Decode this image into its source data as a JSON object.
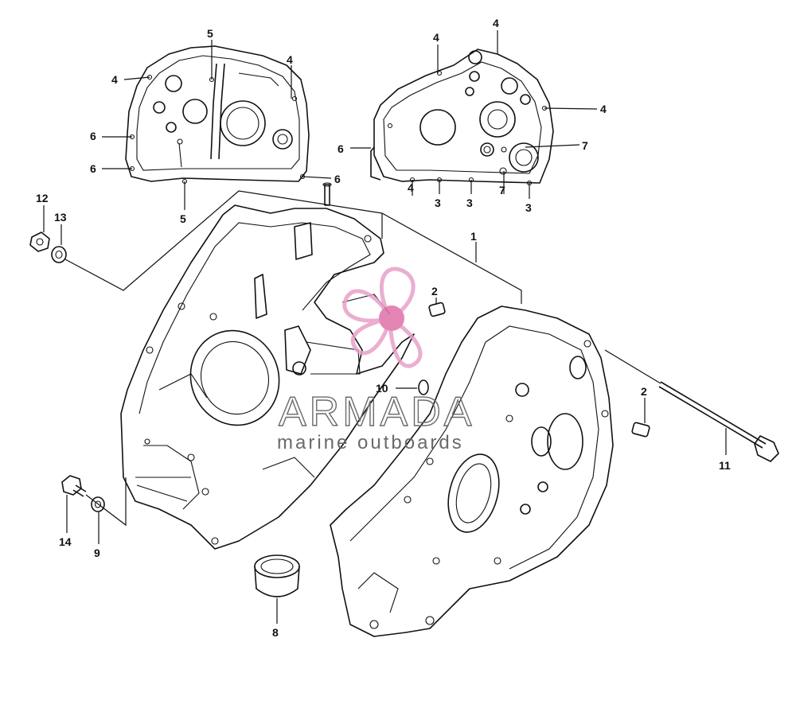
{
  "diagram": {
    "callouts": [
      {
        "id": "c1",
        "text": "1"
      },
      {
        "id": "c2a",
        "text": "2"
      },
      {
        "id": "c2b",
        "text": "2"
      },
      {
        "id": "c3a",
        "text": "3"
      },
      {
        "id": "c3b",
        "text": "3"
      },
      {
        "id": "c3c",
        "text": "3"
      },
      {
        "id": "c4a",
        "text": "4"
      },
      {
        "id": "c4b",
        "text": "4"
      },
      {
        "id": "c4c",
        "text": "4"
      },
      {
        "id": "c4d",
        "text": "4"
      },
      {
        "id": "c4e",
        "text": "4"
      },
      {
        "id": "c4f",
        "text": "4"
      },
      {
        "id": "c5a",
        "text": "5"
      },
      {
        "id": "c5b",
        "text": "5"
      },
      {
        "id": "c6a",
        "text": "6"
      },
      {
        "id": "c6b",
        "text": "6"
      },
      {
        "id": "c6c",
        "text": "6"
      },
      {
        "id": "c6d",
        "text": "6"
      },
      {
        "id": "c7a",
        "text": "7"
      },
      {
        "id": "c7b",
        "text": "7"
      },
      {
        "id": "c8",
        "text": "8"
      },
      {
        "id": "c9",
        "text": "9"
      },
      {
        "id": "c10",
        "text": "10"
      },
      {
        "id": "c11",
        "text": "11"
      },
      {
        "id": "c12",
        "text": "12"
      },
      {
        "id": "c13",
        "text": "13"
      },
      {
        "id": "c14",
        "text": "14"
      }
    ]
  },
  "watermark": {
    "brand": "ARMADA",
    "tagline": "marine outboards",
    "logo_color": "#e8a0c8",
    "logo_center_color": "#e070a8"
  }
}
